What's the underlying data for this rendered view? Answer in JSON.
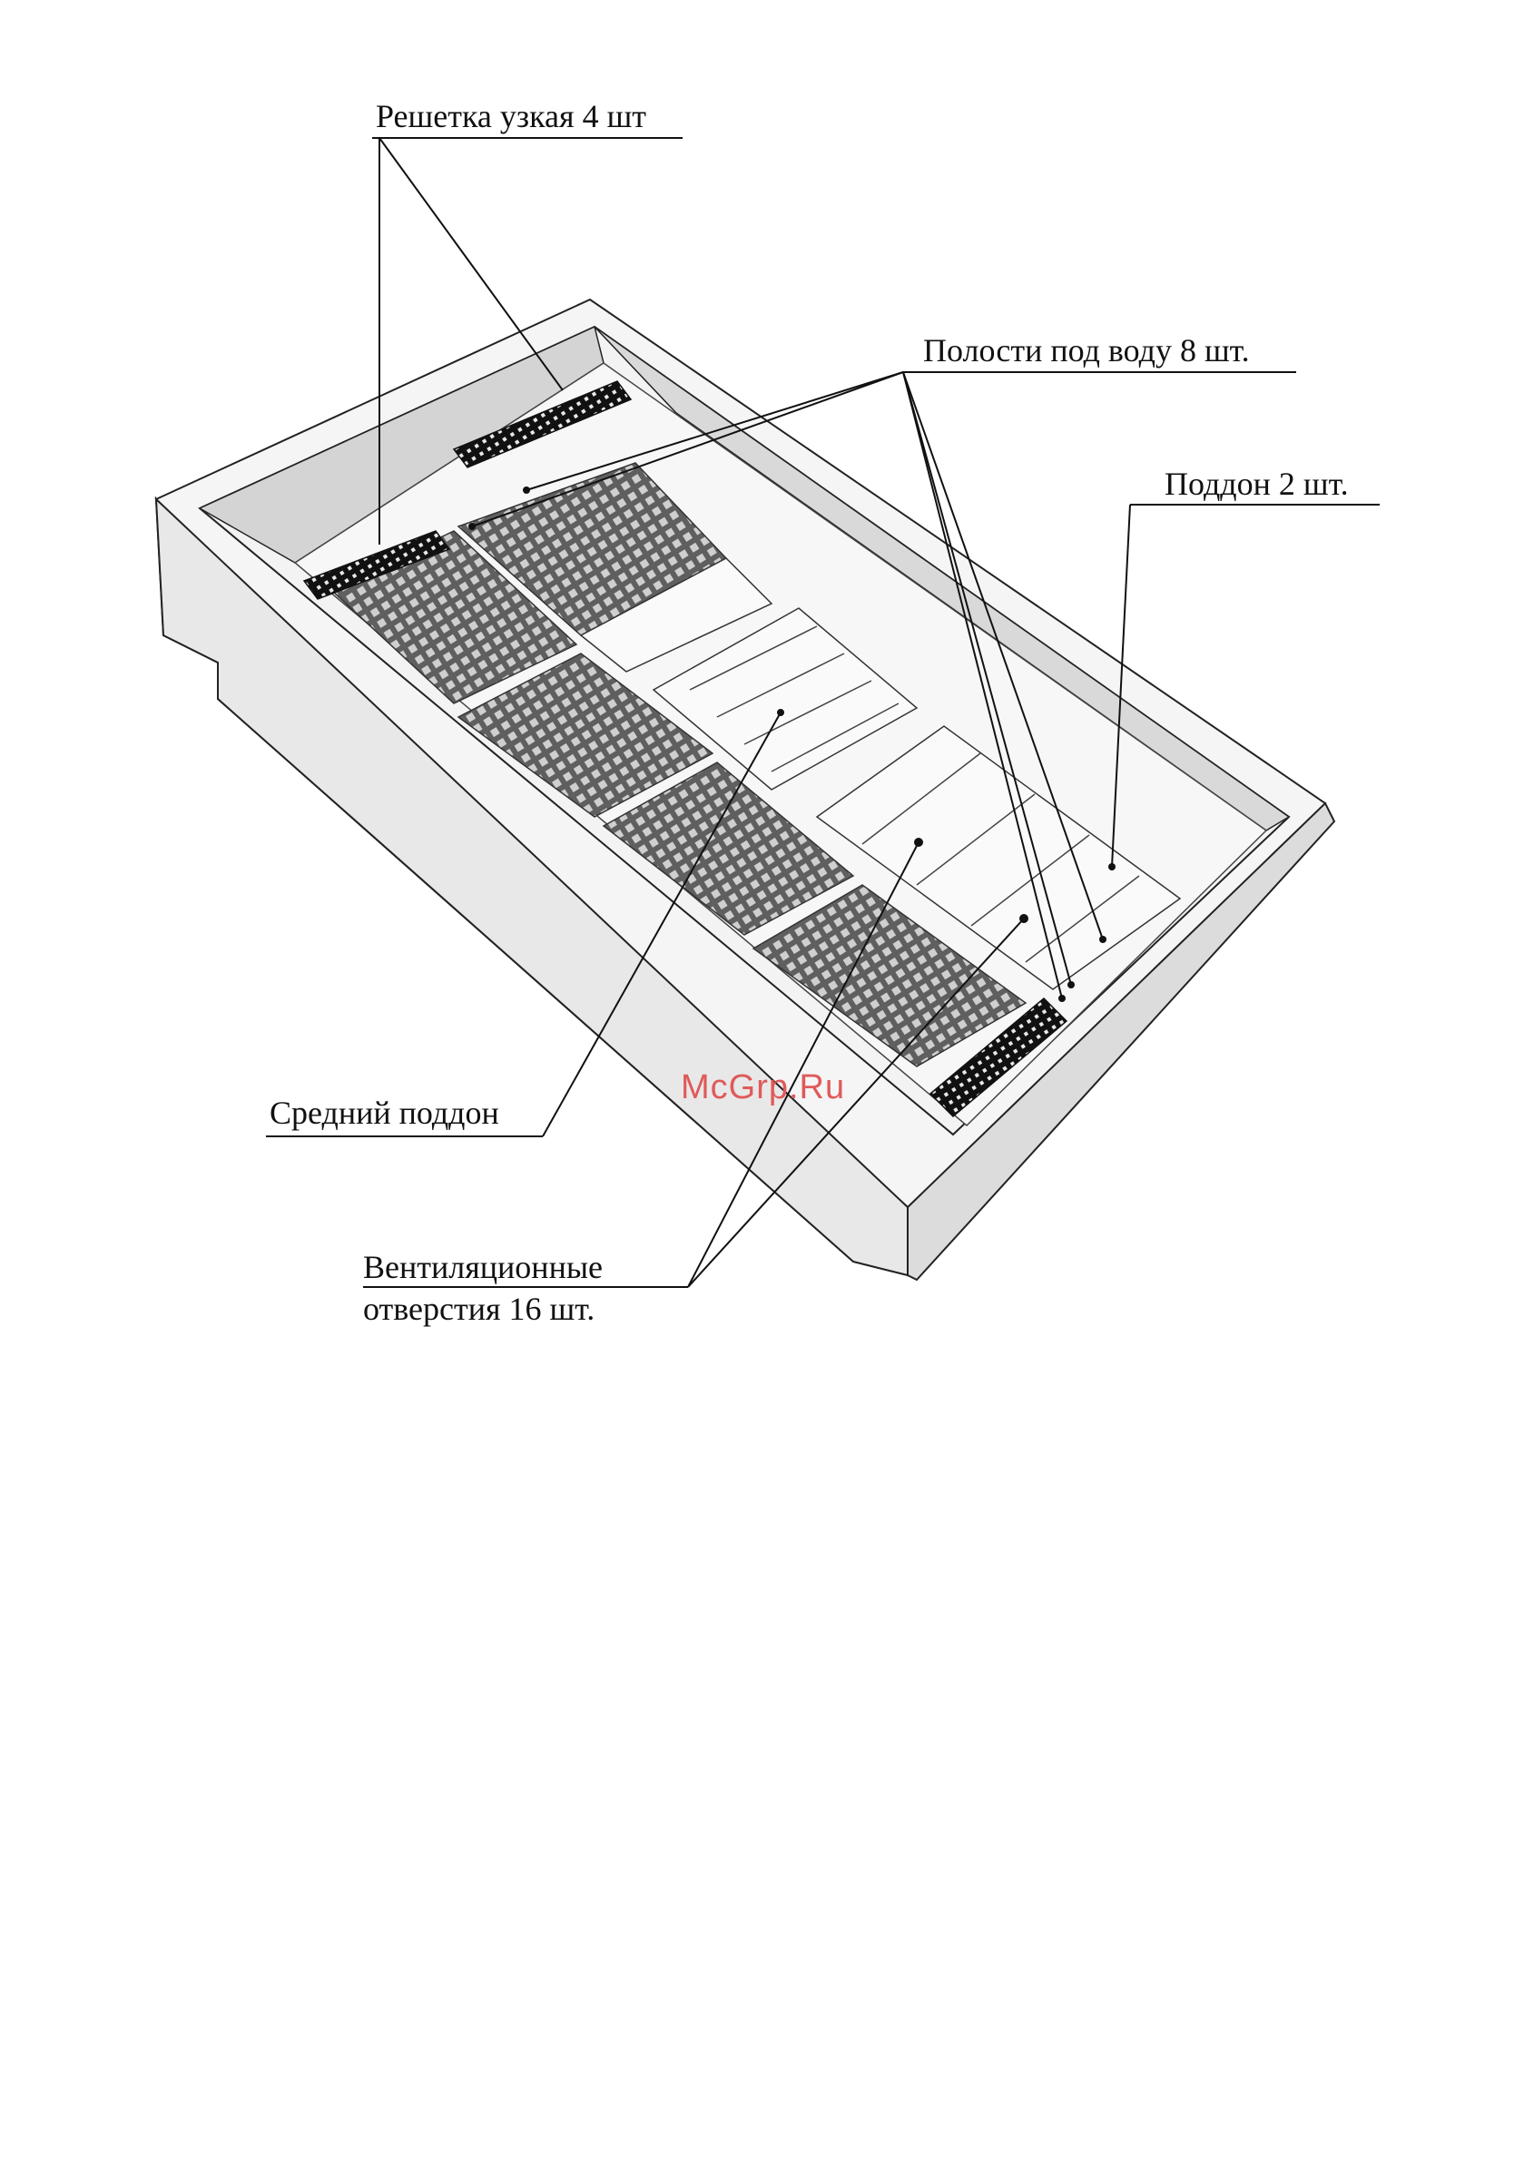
{
  "labels": {
    "narrow_grate": "Решетка узкая 4 шт",
    "water_cavities": "Полости под воду 8 шт.",
    "tray": "Поддон 2 шт.",
    "middle_tray": "Средний поддон",
    "vent_line1": "Вентиляционные",
    "vent_line2": "отверстия 16 шт."
  },
  "watermark": {
    "text": "McGrp.Ru",
    "color": "#e05a5a"
  },
  "colors": {
    "body_fill": "#f2f2f2",
    "inner_wall": "#d6d6d6",
    "grid_fill": "#6b6b6b",
    "grate_fill": "#111111",
    "line": "#111111"
  }
}
